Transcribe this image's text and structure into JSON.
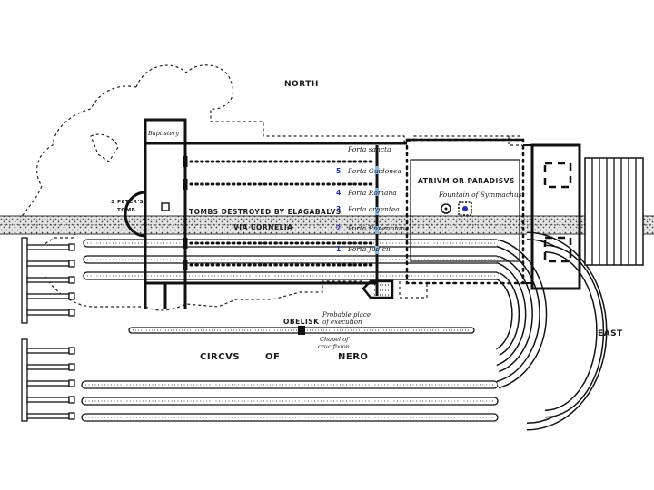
{
  "labels": {
    "north": "NORTH",
    "east": "EAST",
    "baptistery": "Baptistery",
    "st_peters_tomb_1": "S PETER'S",
    "st_peters_tomb_2": "TOMB",
    "tombs": "TOMBS DESTROYED BY ELAGABALVS",
    "via_cornelia": "VIA CORNELIA",
    "atrium": "ATRIVM OR PARADISVS",
    "fountain": "Fountain of Symmachus",
    "obelisk": "OBELISK",
    "execution_1": "Probable place",
    "execution_2": "of execution",
    "chapel_1": "Chapel of",
    "chapel_2": "crucifixion",
    "circus_1": "CIRCVS",
    "circus_2": "OF",
    "circus_3": "NERO"
  },
  "doors": [
    {
      "number": "",
      "name": "Porta sancta"
    },
    {
      "number": "5",
      "name": "Porta Guidonea"
    },
    {
      "number": "4",
      "name": "Porta Romana"
    },
    {
      "number": "3",
      "name": "Porta argentea"
    },
    {
      "number": "2",
      "name": "Porta Ravenniana"
    },
    {
      "number": "1",
      "name": "Porta Judicii"
    }
  ],
  "colors": {
    "ink": "#111111",
    "door_numbers": "#1f2fb0",
    "door_markers": "#7fb6e6"
  }
}
